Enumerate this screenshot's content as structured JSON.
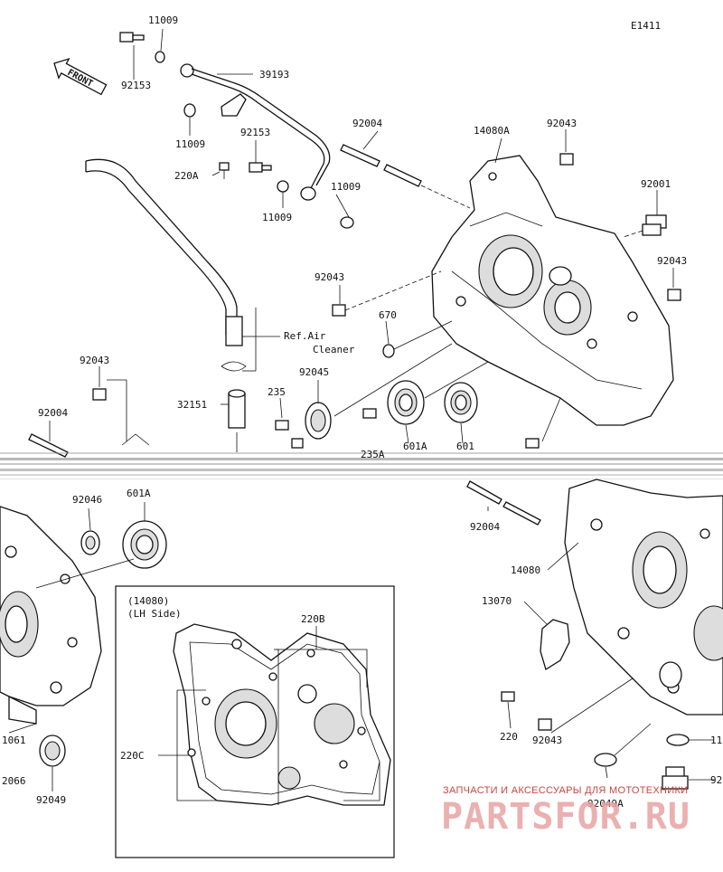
{
  "diagram_code": "E1411",
  "front_label": "FRONT",
  "ref_note": {
    "line1": "Ref.Air",
    "line2": "Cleaner"
  },
  "inset": {
    "line1": "(14080)",
    "line2": "(LH Side)"
  },
  "watermark": {
    "small": "ЗАПЧАСТИ И АКСЕССУАРЫ ДЛЯ МОТОТЕХНИКИ",
    "big": "PARTSFOR.RU"
  },
  "callouts": [
    {
      "id": "11009_a",
      "text": "11009"
    },
    {
      "id": "92153_a",
      "text": "92153"
    },
    {
      "id": "39193",
      "text": "39193"
    },
    {
      "id": "11009_b",
      "text": "11009"
    },
    {
      "id": "92153_b",
      "text": "92153"
    },
    {
      "id": "220A",
      "text": "220A"
    },
    {
      "id": "11009_c",
      "text": "11009"
    },
    {
      "id": "11009_d",
      "text": "11009"
    },
    {
      "id": "92004_a",
      "text": "92004"
    },
    {
      "id": "14080A",
      "text": "14080A"
    },
    {
      "id": "92043_a",
      "text": "92043"
    },
    {
      "id": "92001",
      "text": "92001"
    },
    {
      "id": "92043_b",
      "text": "92043"
    },
    {
      "id": "92043_c",
      "text": "92043"
    },
    {
      "id": "670",
      "text": "670"
    },
    {
      "id": "92043_d",
      "text": "92043"
    },
    {
      "id": "92045",
      "text": "92045"
    },
    {
      "id": "235",
      "text": "235"
    },
    {
      "id": "32151",
      "text": "32151"
    },
    {
      "id": "92004_b",
      "text": "92004"
    },
    {
      "id": "235A",
      "text": "235A"
    },
    {
      "id": "601A_a",
      "text": "601A"
    },
    {
      "id": "601",
      "text": "601"
    },
    {
      "id": "92046",
      "text": "92046"
    },
    {
      "id": "601A_b",
      "text": "601A"
    },
    {
      "id": "92004_c",
      "text": "92004"
    },
    {
      "id": "14080",
      "text": "14080"
    },
    {
      "id": "220B",
      "text": "220B"
    },
    {
      "id": "13070",
      "text": "13070"
    },
    {
      "id": "220C",
      "text": "220C"
    },
    {
      "id": "220",
      "text": "220"
    },
    {
      "id": "92043_e",
      "text": "92043"
    },
    {
      "id": "1061",
      "text": "1061"
    },
    {
      "id": "2066",
      "text": "2066"
    },
    {
      "id": "92049",
      "text": "92049"
    },
    {
      "id": "92049A",
      "text": "92049A"
    },
    {
      "id": "edge_1",
      "text": "11"
    },
    {
      "id": "edge_92",
      "text": "92"
    }
  ]
}
